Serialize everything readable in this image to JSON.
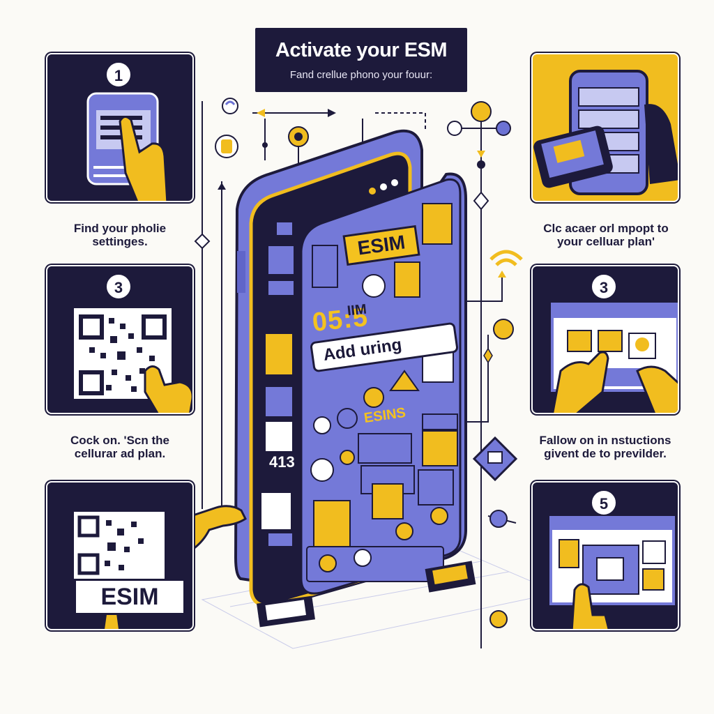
{
  "title": "Activate your ESM",
  "subtitle": "Fand crellue phono your fouur:",
  "steps": [
    {
      "number": "1",
      "caption_line1": "Find your pholie",
      "caption_line2": "settinges."
    },
    {
      "number": "3",
      "caption_line1": "Cock on. 'Scn the",
      "caption_line2": "cellurar ad plan."
    },
    {
      "number": "",
      "card_label": "ESIM"
    },
    {
      "number": "",
      "caption_line1": "Clc acaer orl mpopt to",
      "caption_line2": "your celluar plan'"
    },
    {
      "number": "3",
      "caption_line1": "Fallow on in nstuctions",
      "caption_line2": "givent de to previlder."
    },
    {
      "number": "5"
    }
  ],
  "phone": {
    "badge": "ESIM",
    "clock": "05:5",
    "clock_suffix": "IIM",
    "input_text": "Add uring",
    "section_label": "ESINS",
    "side_number": "413"
  },
  "colors": {
    "navy": "#1d1a3b",
    "yellow": "#f1bd1f",
    "periwinkle": "#7479d8",
    "background": "#fbfaf6"
  },
  "icons": [
    "wifi-icon",
    "pointing-hand-icon",
    "qr-code-icon",
    "diamond-connector-icon",
    "arrow-icon"
  ]
}
